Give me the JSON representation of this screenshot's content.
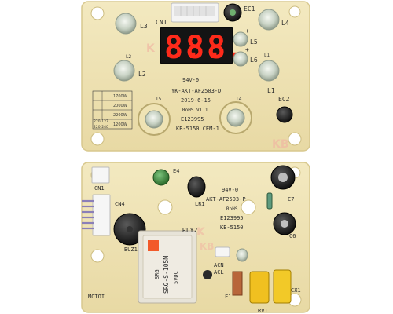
{
  "photo": {
    "colors": {
      "background": "#ffffff",
      "pcb": "#efe3b4",
      "pcb_edge": "#d8c88e",
      "display": "#141414",
      "segment": "#ff2a1a",
      "led": "#c8d2c4",
      "relay": "#e7e3d8",
      "capacitor": "#2a2a2a",
      "connector": "#f2f2f2",
      "wire_purple": "#8a7fb8",
      "watermark": "#f1b7a3",
      "fuse": "#b8663a",
      "film_cap": "#f0c020"
    }
  },
  "top_board": {
    "display_digits": [
      "8.",
      "8.",
      "8."
    ],
    "refs": {
      "cn1": "CN1",
      "ec1": "EC1",
      "ec2": "EC2",
      "l1": "L1",
      "l2": "L2",
      "l3": "L3",
      "l4": "L4",
      "l5": "L5",
      "l6": "L6",
      "l2_small": "L2",
      "l1_small": "L1",
      "t5": "T5",
      "t4": "T4",
      "plus": "+",
      "plus2": "+"
    },
    "info_lines": [
      "94V-0",
      "YK-AKT-AF2503-D",
      "2019-6-15",
      "RoHS V1.1",
      "E123995",
      "KB-5150   CEM-1"
    ],
    "power_table": [
      "1700W",
      "2000W",
      "2200W",
      "1200W",
      "220-127",
      "220-240"
    ],
    "watermarks": [
      "K",
      "KB"
    ]
  },
  "bottom_board": {
    "refs": {
      "cn1": "CN1",
      "cn4": "CN4",
      "e4": "E4",
      "lr1": "LR1",
      "buz1": "BUZ1",
      "rly2": "RLY2",
      "c7": "C7",
      "c6": "C6",
      "acn": "ACN",
      "acl": "ACL",
      "f1": "F1",
      "rv1": "RV1",
      "cx1": "CX1",
      "moto": "MOTOI"
    },
    "info_lines": [
      "94V-0",
      "AKT-AF2503-P",
      "RoHS",
      "E123995",
      "KB-5150"
    ],
    "relay_text": [
      "SRG-S-105M",
      "5VDC",
      "SRG"
    ],
    "watermarks": [
      "K",
      "KB"
    ]
  }
}
